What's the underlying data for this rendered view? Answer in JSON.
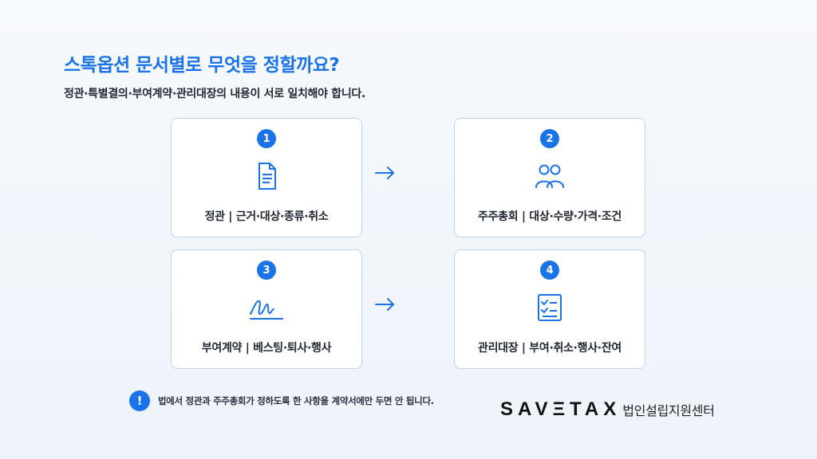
{
  "header": {
    "title": "스톡옵션 문서별로 무엇을 정할까요?",
    "subtitle": "정관·특별결의·부여계약·관리대장의 내용이 서로 일치해야 합니다."
  },
  "cards": [
    {
      "number": "1",
      "icon": "document-icon",
      "label": "정관 | 근거·대상·종류·취소"
    },
    {
      "number": "2",
      "icon": "people-icon",
      "label": "주주총회 | 대상·수량·가격·조건"
    },
    {
      "number": "3",
      "icon": "signature-icon",
      "label": "부여계약 | 베스팅·퇴사·행사"
    },
    {
      "number": "4",
      "icon": "checklist-icon",
      "label": "관리대장 | 부여·취소·행사·잔여"
    }
  ],
  "note": {
    "icon": "exclamation-icon",
    "icon_text": "!",
    "text": "법에서 정관과 주주총회가 정하도록 한 사항을 계약서에만 두면 안 됩니다."
  },
  "brand": {
    "logo": "SAVΞTAX",
    "sub": "법인설립지원센터"
  },
  "colors": {
    "accent": "#1a73e8",
    "card_border": "#bdd3ee",
    "background": "#f3f7fc"
  }
}
